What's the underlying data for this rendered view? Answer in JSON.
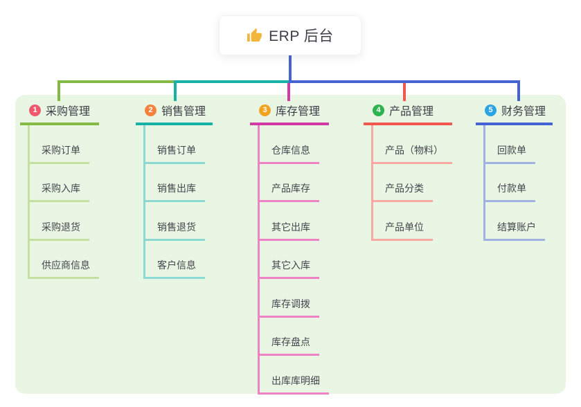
{
  "root": {
    "title": "ERP 后台",
    "icon": "thumbs-up-icon",
    "icon_color": "#f2b63c"
  },
  "colors": {
    "stem": "#4663d4",
    "panel_bg": "#e9f6e3",
    "root_text": "#3e3e49",
    "child_text": "#45454f"
  },
  "branches": [
    {
      "index": "1",
      "title": "采购管理",
      "color": "#85b946",
      "light": "#c3e0a2",
      "badge": "#ee5a6b",
      "children": [
        "采购订单",
        "采购入库",
        "采购退货",
        "供应商信息"
      ]
    },
    {
      "index": "2",
      "title": "销售管理",
      "color": "#17b1a8",
      "light": "#8cd8d2",
      "badge": "#f5823c",
      "children": [
        "销售订单",
        "销售出库",
        "销售退货",
        "客户信息"
      ]
    },
    {
      "index": "3",
      "title": "库存管理",
      "color": "#d23aa5",
      "light": "#ef82c4",
      "badge": "#f0a420",
      "children": [
        "仓库信息",
        "产品库存",
        "其它出库",
        "其它入库",
        "库存调拨",
        "库存盘点",
        "出库库明细"
      ]
    },
    {
      "index": "4",
      "title": "产品管理",
      "color": "#f2574d",
      "light": "#f8a9a3",
      "badge": "#2cb34f",
      "children": [
        "产品（物料）",
        "产品分类",
        "产品单位"
      ]
    },
    {
      "index": "5",
      "title": "财务管理",
      "color": "#4663d4",
      "light": "#a0b2e2",
      "badge": "#2aa4e3",
      "children": [
        "回款单",
        "付款单",
        "结算账户"
      ]
    }
  ]
}
